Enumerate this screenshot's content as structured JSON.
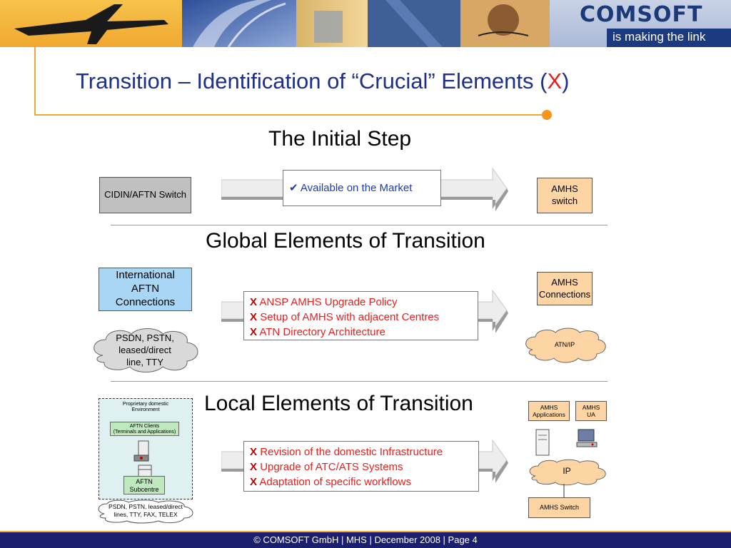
{
  "header": {
    "logo_name": "COMSOFT",
    "tagline": "is making the link",
    "title_before": "Transition – Identification of “Crucial” Elements (",
    "title_mark": "X",
    "title_after": ")"
  },
  "initial": {
    "heading": "The Initial Step",
    "left_box": "CIDIN/AFTN Switch",
    "check_icon": "check-icon",
    "item": "Available on the Market",
    "right_box_line1": "AMHS",
    "right_box_line2": "switch"
  },
  "global": {
    "heading": "Global Elements of Transition",
    "left_box_line1": "International",
    "left_box_line2": "AFTN",
    "left_box_line3": "Connections",
    "left_cloud_line1": "PSDN, PSTN,",
    "left_cloud_line2": "leased/direct",
    "left_cloud_line3": "line, TTY",
    "items": [
      {
        "mark": "X",
        "text": "ANSP AMHS Upgrade Policy"
      },
      {
        "mark": "X",
        "text": "Setup of AMHS with adjacent Centres"
      },
      {
        "mark": "X",
        "text": "ATN Directory Architecture"
      }
    ],
    "right_box_line1": "AMHS",
    "right_box_line2": "Connections",
    "right_cloud": "ATN/IP"
  },
  "local": {
    "heading": "Local Elements of Transition",
    "env_line1": "Proprietary domestic",
    "env_line2": "Environment",
    "clients_line1": "AFTN Clients",
    "clients_line2": "(Terminals and Applications)",
    "subcentre_line1": "AFTN",
    "subcentre_line2": "Subcentre",
    "cloud_line1": "PSDN, PSTN, leased/direct",
    "cloud_line2": "lines, TTY, FAX, TELEX",
    "items": [
      {
        "mark": "X",
        "text": "Revision of the domestic Infrastructure"
      },
      {
        "mark": "X",
        "text": "Upgrade  of ATC/ATS Systems"
      },
      {
        "mark": "X",
        "text": "Adaptation of specific workflows"
      }
    ],
    "apps_line1": "AMHS",
    "apps_line2": "Applications",
    "ua_line1": "AMHS",
    "ua_line2": "UA",
    "ip_cloud": "IP",
    "switch_box": "AMHS Switch"
  },
  "footer": {
    "text": "© COMSOFT GmbH | MHS | December 2008 | Page 4"
  },
  "colors": {
    "title_blue": "#1d2f8a",
    "accent_orange": "#f7941d",
    "mark_red": "#e8201d",
    "footer_navy": "#1b1f6e"
  }
}
